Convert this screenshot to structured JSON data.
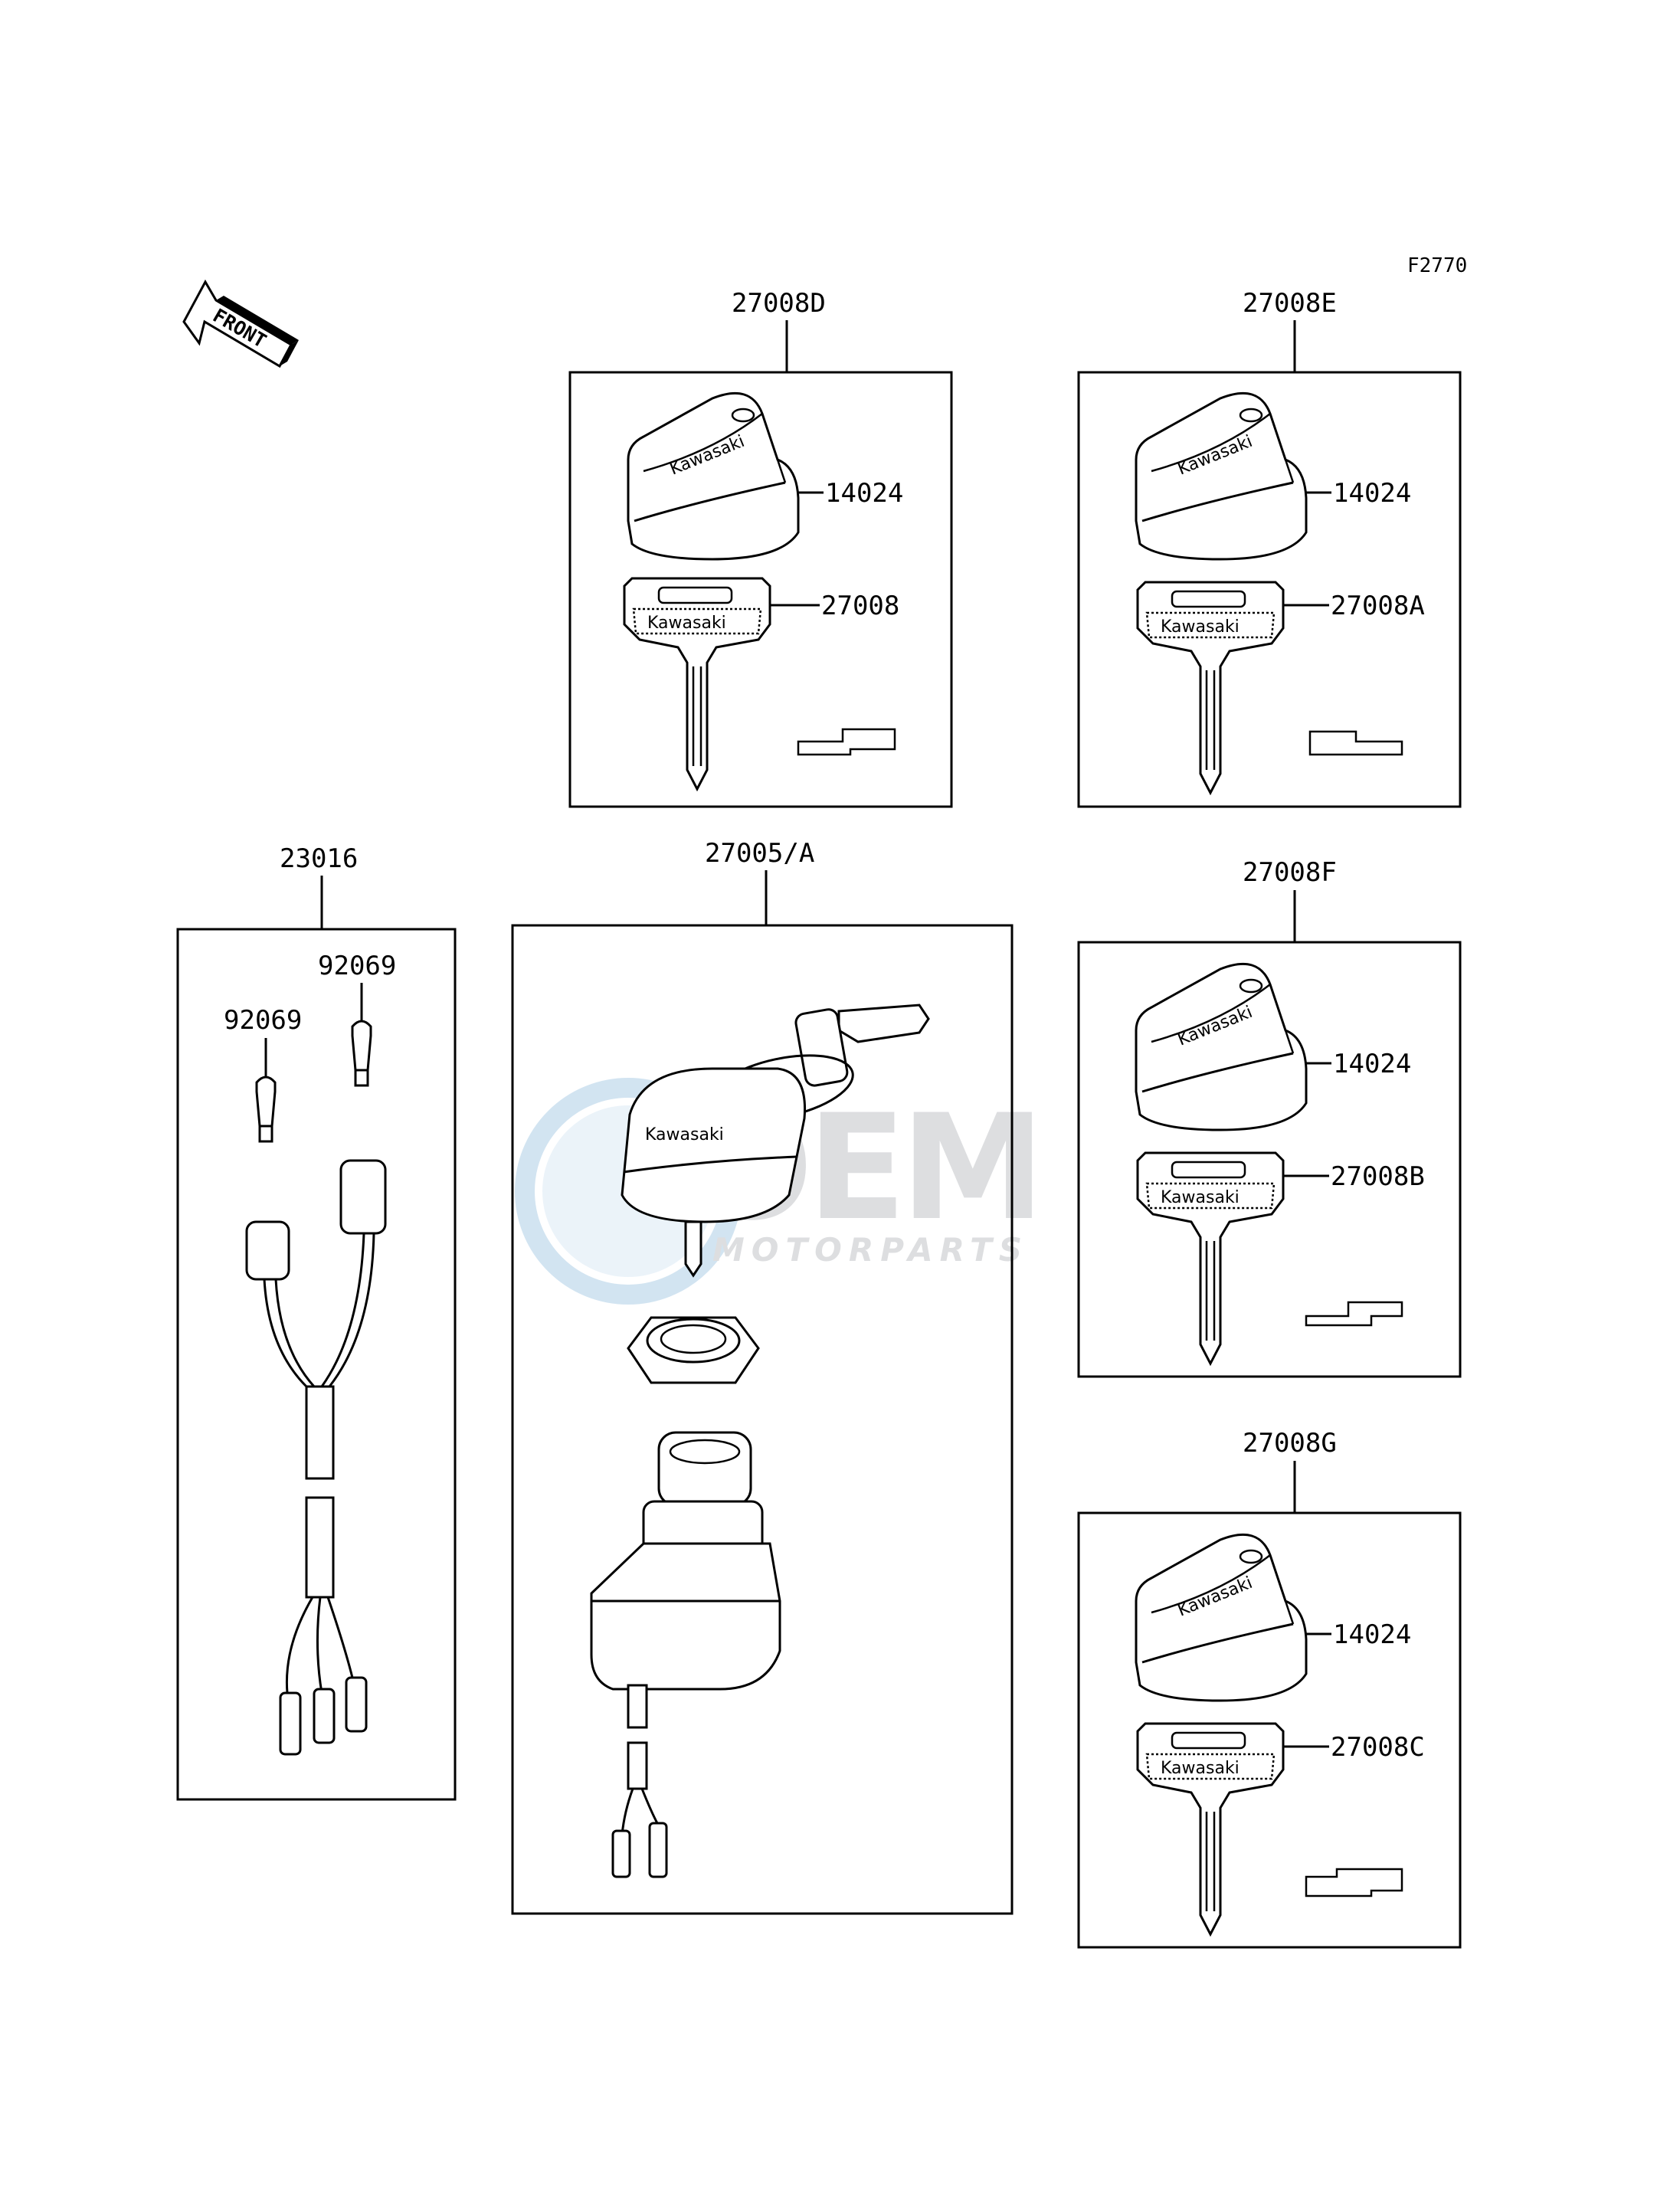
{
  "figure_code": "F2770",
  "direction_indicator": "FRONT",
  "brand_marking": "Kawasaki",
  "watermark": {
    "main": "OEM",
    "sub": "MOTORPARTS"
  },
  "groups": [
    {
      "id": "27008D",
      "label": "27008D",
      "callouts": [
        "14024",
        "27008"
      ]
    },
    {
      "id": "27008E",
      "label": "27008E",
      "callouts": [
        "14024",
        "27008A"
      ]
    },
    {
      "id": "23016",
      "label": "23016",
      "callouts": [
        "92069",
        "92069"
      ]
    },
    {
      "id": "27005A",
      "label": "27005/A",
      "callouts": []
    },
    {
      "id": "27008F",
      "label": "27008F",
      "callouts": [
        "14024",
        "27008B"
      ]
    },
    {
      "id": "27008G",
      "label": "27008G",
      "callouts": [
        "14024",
        "27008C"
      ]
    }
  ]
}
